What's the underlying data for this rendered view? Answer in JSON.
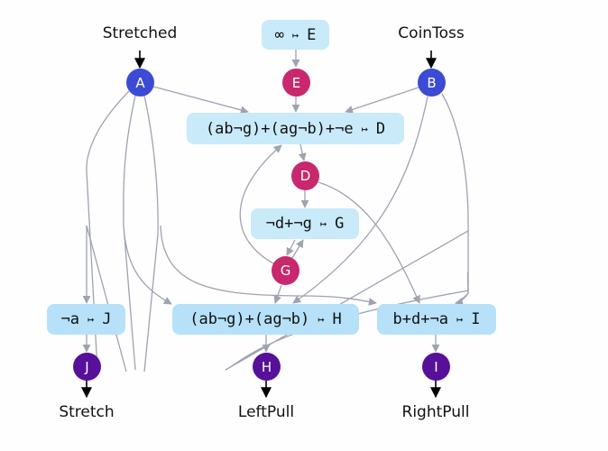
{
  "colors": {
    "input_node": "#3c4bd4",
    "internal_node": "#c8286c",
    "output_node": "#56109a",
    "box_fill": "#c9eaf9",
    "output_box_fill": "#b6e1f8",
    "edge": "#9ea3b0",
    "io_arrow": "#000000"
  },
  "inputs": [
    {
      "id": "A",
      "label": "Stretched"
    },
    {
      "id": "B",
      "label": "CoinToss"
    }
  ],
  "outputs": [
    {
      "id": "J",
      "label": "Stretch"
    },
    {
      "id": "H",
      "label": "LeftPull"
    },
    {
      "id": "I",
      "label": "RightPull"
    }
  ],
  "rules": {
    "E": {
      "expr": "∞",
      "arrow": "↦",
      "target": "E"
    },
    "D": {
      "expr": "(ab¬g)+(ag¬b)+¬e",
      "arrow": "↦",
      "target": "D"
    },
    "G": {
      "expr": "¬d+¬g",
      "arrow": "↦",
      "target": "G"
    },
    "J": {
      "expr": "¬a",
      "arrow": "↦",
      "target": "J"
    },
    "H": {
      "expr": "(ab¬g)+(ag¬b)",
      "arrow": "↦",
      "target": "H"
    },
    "I": {
      "expr": "b+d+¬a",
      "arrow": "↦",
      "target": "I"
    }
  },
  "nodes": {
    "A": "A",
    "B": "B",
    "E": "E",
    "D": "D",
    "G": "G",
    "J": "J",
    "H": "H",
    "I": "I"
  },
  "edges": [
    {
      "from": "rule-E",
      "to": "E"
    },
    {
      "from": "E",
      "to": "rule-D"
    },
    {
      "from": "A",
      "to": "rule-D"
    },
    {
      "from": "B",
      "to": "rule-D"
    },
    {
      "from": "rule-D",
      "to": "D"
    },
    {
      "from": "D",
      "to": "rule-G"
    },
    {
      "from": "G",
      "to": "rule-G"
    },
    {
      "from": "rule-G",
      "to": "G"
    },
    {
      "from": "G",
      "to": "rule-D"
    },
    {
      "from": "G",
      "to": "rule-H"
    },
    {
      "from": "D",
      "to": "rule-I"
    },
    {
      "from": "A",
      "to": "rule-J"
    },
    {
      "from": "A",
      "to": "rule-H"
    },
    {
      "from": "A",
      "to": "rule-I"
    },
    {
      "from": "B",
      "to": "rule-H"
    },
    {
      "from": "B",
      "to": "rule-I"
    },
    {
      "from": "rule-J",
      "to": "J"
    },
    {
      "from": "rule-H",
      "to": "H"
    },
    {
      "from": "rule-I",
      "to": "I"
    }
  ]
}
